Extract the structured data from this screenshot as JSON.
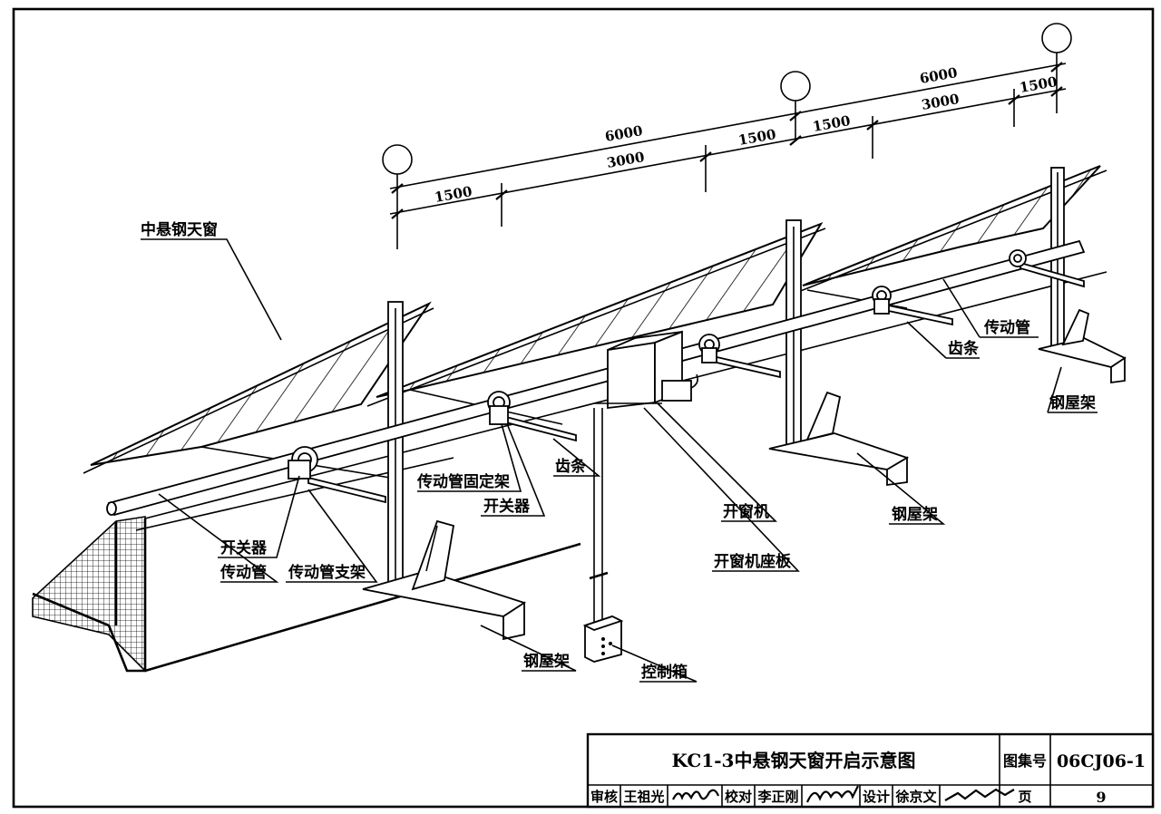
{
  "dimensions": {
    "left_total": "6000",
    "left_mid": "3000",
    "left_edge": "1500",
    "center_left": "1500",
    "center_right": "1500",
    "right_mid": "3000",
    "right_total": "6000",
    "right_edge": "1500"
  },
  "labels": {
    "skylight": "中悬钢天窗",
    "drive_tube_right": "传动管",
    "rack_right": "齿条",
    "roof_truss_right": "钢屋架",
    "tube_fixing_frame": "传动管固定架",
    "switch_mid": "开关器",
    "rack_mid": "齿条",
    "window_opener": "开窗机",
    "roof_truss_mid": "钢屋架",
    "opener_base_plate": "开窗机座板",
    "switch_left": "开关器",
    "drive_tube_left": "传动管",
    "tube_support": "传动管支架",
    "roof_truss_left": "钢屋架",
    "control_box": "控制箱"
  },
  "title_block": {
    "title": "KC1-3中悬钢天窗开启示意图",
    "atlas_label": "图集号",
    "atlas_number": "06CJ06-1",
    "page_label": "页",
    "page_number": "9",
    "review_label": "审核",
    "reviewer": "王祖光",
    "check_label": "校对",
    "checker": "李正刚",
    "design_label": "设计",
    "designer": "徐京文"
  }
}
